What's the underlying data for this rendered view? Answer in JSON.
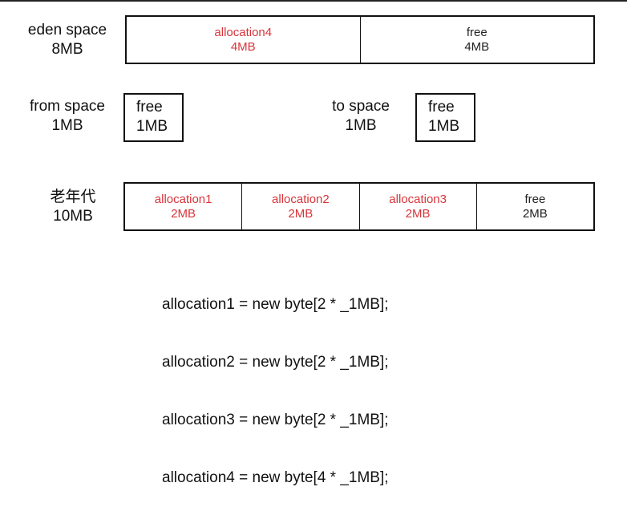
{
  "eden": {
    "name": "eden space",
    "size": "8MB",
    "cells": [
      {
        "label": "allocation4",
        "size": "4MB",
        "kind": "alloc"
      },
      {
        "label": "free",
        "size": "4MB",
        "kind": "free"
      }
    ]
  },
  "from": {
    "name": "from space",
    "size": "1MB",
    "cell": {
      "label": "free",
      "size": "1MB"
    }
  },
  "to": {
    "name": "to space",
    "size": "1MB",
    "cell": {
      "label": "free",
      "size": "1MB"
    }
  },
  "old": {
    "name": "老年代",
    "size": "10MB",
    "cells": [
      {
        "label": "allocation1",
        "size": "2MB",
        "kind": "alloc"
      },
      {
        "label": "allocation2",
        "size": "2MB",
        "kind": "alloc"
      },
      {
        "label": "allocation3",
        "size": "2MB",
        "kind": "alloc"
      },
      {
        "label": "free",
        "size": "2MB",
        "kind": "free"
      }
    ]
  },
  "code": [
    "allocation1 = new byte[2 * _1MB];",
    "allocation2 = new byte[2 * _1MB];",
    "allocation3 = new byte[2 * _1MB];",
    "allocation4 = new byte[4 * _1MB];"
  ],
  "colors": {
    "alloc_text": "#d9343a",
    "free_text": "#222222",
    "border": "#111111"
  }
}
